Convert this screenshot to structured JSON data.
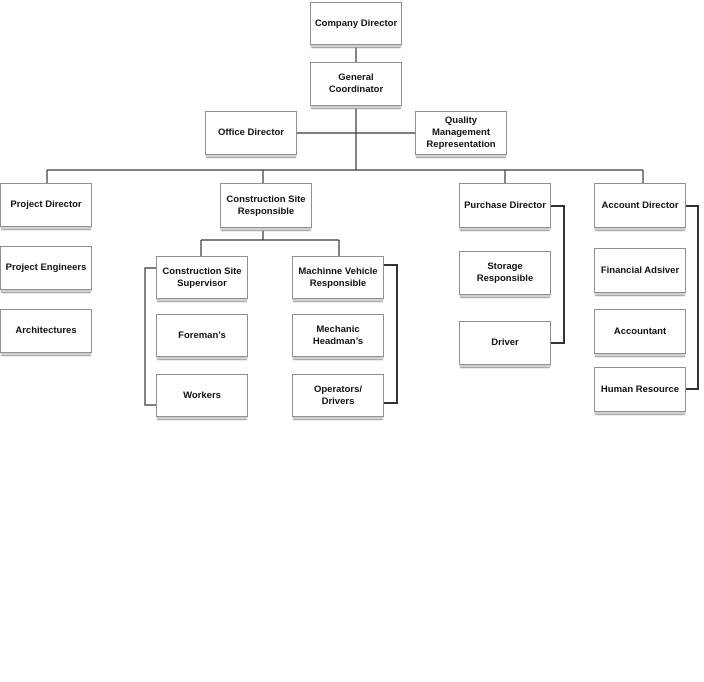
{
  "org_chart": {
    "company_director": "Company Director",
    "general_coordinator": "General Coordinator",
    "office_director": "Office Director",
    "quality_management": "Quality Management\nRepresentation",
    "project_director": "Project Director",
    "project_engineers": "Project Engineers",
    "architectures": "Architectures",
    "construction_site_responsible": "Construction Site\nResponsible",
    "construction_site_supervisor": "Construction Site\nSupervisor",
    "foremans": "Foreman’s",
    "workers": "Workers",
    "machine_vehicle_responsible": "Machinne Vehicle\nResponsible",
    "mechanic_headmans": "Mechanic\nHeadman’s",
    "operators_drivers": "Operators/\nDrivers",
    "purchase_director": "Purchase Director",
    "storage_responsible": "Storage\nResponsible",
    "driver": "Driver",
    "account_director": "Account Director",
    "financial_adviser": "Financial Adsiver",
    "accountant": "Accountant",
    "human_resource": "Human Resource"
  }
}
